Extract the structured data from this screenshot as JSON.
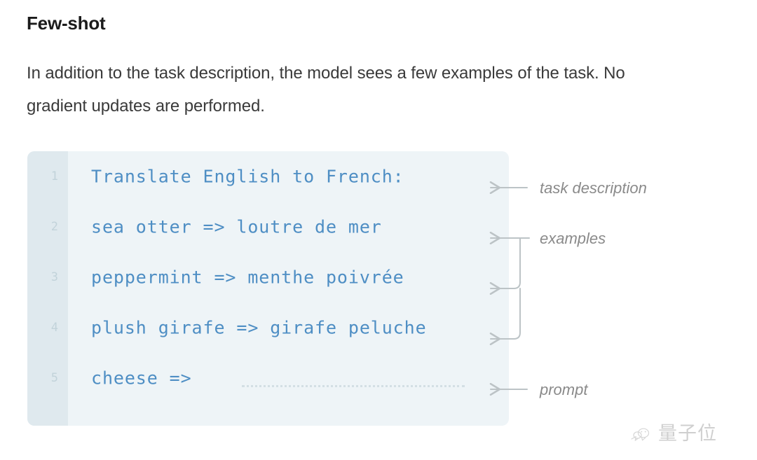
{
  "page": {
    "title": "Few-shot",
    "description": "In addition to the task description, the model sees a few examples of the task. No gradient updates are performed."
  },
  "code_block": {
    "background_color": "#eef4f7",
    "gutter_color": "#dfe9ee",
    "text_color": "#4e8ec4",
    "line_number_color": "#c2d3da",
    "lines": [
      {
        "number": "1",
        "text": "Translate English to French:",
        "dotted_continuation": false
      },
      {
        "number": "2",
        "text": "sea otter => loutre de mer",
        "dotted_continuation": false
      },
      {
        "number": "3",
        "text": "peppermint => menthe poivrée",
        "dotted_continuation": false
      },
      {
        "number": "4",
        "text": "plush girafe => girafe peluche",
        "dotted_continuation": false
      },
      {
        "number": "5",
        "text": "cheese =>",
        "dotted_continuation": true
      }
    ]
  },
  "annotations": {
    "color": "#b9c0c3",
    "text_color": "#8a8a8a",
    "items": [
      {
        "label": "task description",
        "target_lines": [
          1
        ],
        "style": "single-arrow"
      },
      {
        "label": "examples",
        "target_lines": [
          2,
          3,
          4
        ],
        "style": "bracket-arrow"
      },
      {
        "label": "prompt",
        "target_lines": [
          5
        ],
        "style": "single-arrow"
      }
    ]
  },
  "watermark": {
    "text": "量子位",
    "icon": "wechat-icon"
  }
}
